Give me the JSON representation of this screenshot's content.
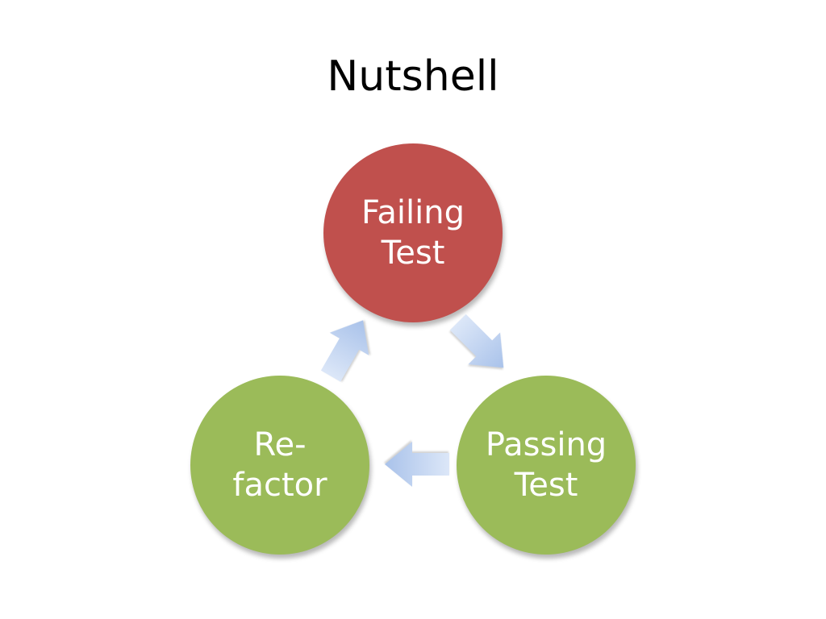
{
  "slide": {
    "title": "Nutshell"
  },
  "cycle": {
    "nodes": [
      {
        "id": "failing-test",
        "lines": [
          "Failing",
          "Test"
        ],
        "color": "#C0504D"
      },
      {
        "id": "passing-test",
        "lines": [
          "Passing",
          "Test"
        ],
        "color": "#9BBB59"
      },
      {
        "id": "refactor",
        "lines": [
          "Re-",
          "factor"
        ],
        "color": "#9BBB59"
      }
    ],
    "arrow_color_light": "#DCE7F8",
    "arrow_color_dark": "#A9C2EA",
    "arrows": [
      {
        "from": "failing-test",
        "to": "passing-test"
      },
      {
        "from": "passing-test",
        "to": "refactor"
      },
      {
        "from": "refactor",
        "to": "failing-test"
      }
    ],
    "text_color": "#FFFFFF"
  }
}
